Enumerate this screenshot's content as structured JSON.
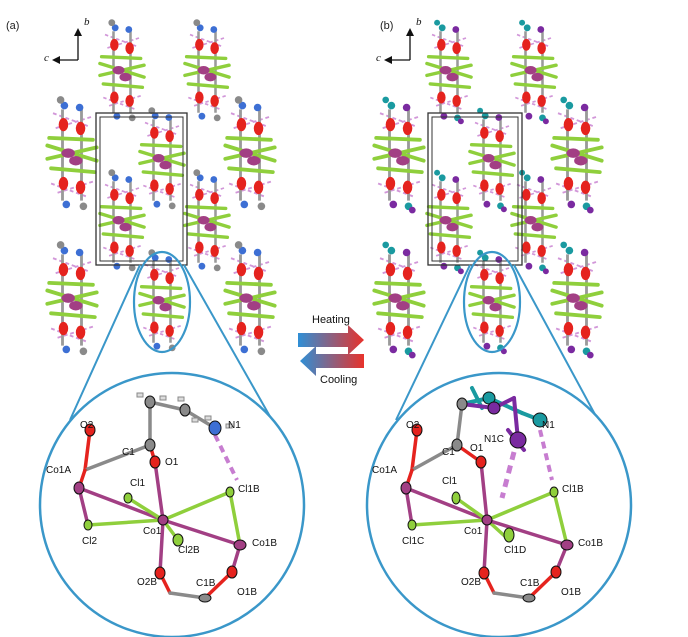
{
  "panels": [
    {
      "label": "(a)",
      "axis_b": "b",
      "axis_c": "c",
      "atoms": {
        "O2": "O2",
        "C1": "C1",
        "O1": "O1",
        "N1": "N1",
        "Co1A": "Co1A",
        "Cl1": "Cl1",
        "Cl1B": "Cl1B",
        "Co1B": "Co1B",
        "Cl2": "Cl2",
        "Co1": "Co1",
        "Cl2B": "Cl2B",
        "O2B": "O2B",
        "C1B": "C1B",
        "O1B": "O1B"
      }
    },
    {
      "label": "(b)",
      "axis_b": "b",
      "axis_c": "c",
      "atoms": {
        "O2": "O2",
        "C1": "C1",
        "O1": "O1",
        "N1C": "N1C",
        "N1": "N1",
        "Co1A": "Co1A",
        "Cl1": "Cl1",
        "Cl1B": "Cl1B",
        "Cl1C": "Cl1C",
        "Co1": "Co1",
        "Cl1D": "Cl1D",
        "Co1B": "Co1B",
        "O2B": "O2B",
        "C1B": "C1B",
        "O1B": "O1B"
      }
    }
  ],
  "transition": {
    "heating": "Heating",
    "cooling": "Cooling"
  },
  "colors": {
    "ring": "#3a97c9",
    "cobalt": "#a23f84",
    "chlorine": "#8fcf3c",
    "oxygen": "#e5231e",
    "carbon": "#8a8a8a",
    "nitrogen_a": "#3d6fd4",
    "nitrogen_b1": "#1a9aa0",
    "nitrogen_b2": "#7a2aa0",
    "hbond": "#c77dd0",
    "hot": "#e8322b",
    "cold": "#2f8fd6"
  }
}
